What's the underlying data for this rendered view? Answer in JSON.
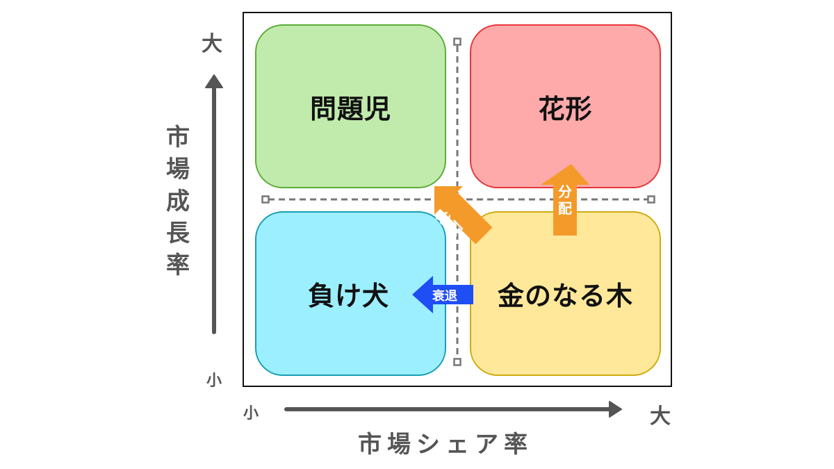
{
  "title": "PPM (Product Portfolio Management) matrix",
  "quadrants": {
    "top_left": {
      "label": "問題児",
      "fill": "#c1ebac",
      "border": "#5aad38"
    },
    "top_right": {
      "label": "花形",
      "fill": "#ffaaaa",
      "border": "#e8363a"
    },
    "bottom_left": {
      "label": "負け犬",
      "fill": "#9cefff",
      "border": "#1a9db5"
    },
    "bottom_right": {
      "label": "金のなる木",
      "fill": "#ffe89a",
      "border": "#d0aa10"
    }
  },
  "y_axis": {
    "title_chars": [
      "市",
      "場",
      "成",
      "長",
      "率"
    ],
    "title": "市場成長率",
    "high_label": "大",
    "low_label": "小"
  },
  "x_axis": {
    "title": "市場シェア率",
    "low_label": "小",
    "high_label": "大"
  },
  "arrows": {
    "cash_to_star": {
      "label_chars": [
        "分",
        "配"
      ],
      "label": "分配",
      "from": "金のなる木",
      "to": "花形",
      "color": "#f39a2b"
    },
    "cash_to_problem": {
      "label": "分配",
      "from": "金のなる木",
      "to": "問題児",
      "color": "#f39a2b"
    },
    "decline": {
      "label": "衰退",
      "to": "負け犬",
      "color": "#1f4ef5"
    }
  },
  "colors": {
    "axis": "#555555",
    "divider": "#777777",
    "frame": "#111111"
  }
}
